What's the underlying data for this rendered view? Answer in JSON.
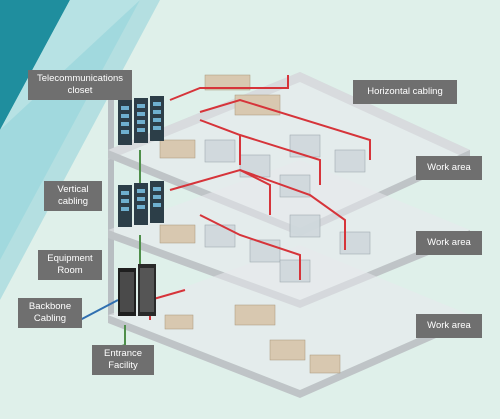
{
  "labels": {
    "telecom_closet": "Telecommunications\ncloset",
    "horizontal_cabling": "Horizontal cabling",
    "work_area_1": "Work area",
    "work_area_2": "Work area",
    "work_area_3": "Work area",
    "vertical_cabling": "Vertical\ncabling",
    "equipment_room": "Equipment\nRoom",
    "backbone_cabling": "Backbone\nCabling",
    "entrance_facility": "Entrance\nFacility"
  },
  "colors": {
    "background": "#dff0ea",
    "teal_band": "#1f8e9e",
    "light_band": "#b7e2e4",
    "floor_slab": "#c9cdd0",
    "floor_top": "#e6e8ea",
    "label_bg": "#6f6f6f",
    "horizontal_cable": "#d6343a",
    "backbone_cable": "#4e8f4a",
    "entrance_cable": "#2f6fb0",
    "equipment_rack": "#2c3e48"
  }
}
